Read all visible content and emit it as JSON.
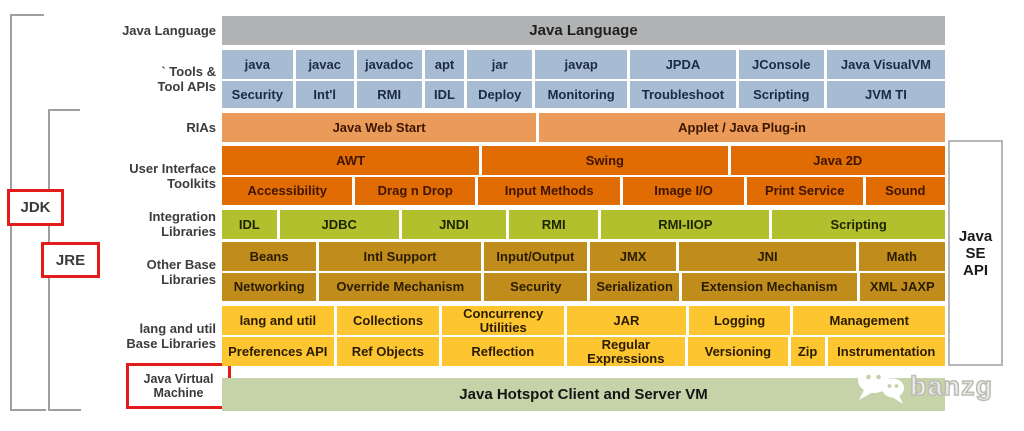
{
  "title": "Java SE Platform architecture diagram",
  "left_labels": {
    "java_language": "Java Language",
    "tools_1": "` Tools &",
    "tools_2": "Tool APIs",
    "rias": "RIAs",
    "ui_1": "User Interface",
    "ui_2": "Toolkits",
    "integration_1": "Integration",
    "integration_2": "Libraries",
    "other_1": "Other Base",
    "other_2": "Libraries",
    "lang_1": "lang and util",
    "lang_2": "Base Libraries",
    "jvm_1": "Java Virtual",
    "jvm_2": "Machine"
  },
  "annotations": {
    "jdk": "JDK",
    "jre": "JRE"
  },
  "right_label": {
    "l1": "Java",
    "l2": "SE",
    "l3": "API"
  },
  "grid": {
    "java_language": "Java Language",
    "tools_row1": [
      "java",
      "javac",
      "javadoc",
      "apt",
      "jar",
      "javap",
      "JPDA",
      "JConsole",
      "Java VisualVM"
    ],
    "tools_row2": [
      "Security",
      "Int'l",
      "RMI",
      "IDL",
      "Deploy",
      "Monitoring",
      "Troubleshoot",
      "Scripting",
      "JVM TI"
    ],
    "rias": [
      "Java Web Start",
      "Applet / Java Plug-in"
    ],
    "ui_row1": [
      "AWT",
      "Swing",
      "Java 2D"
    ],
    "ui_row2": [
      "Accessibility",
      "Drag n Drop",
      "Input Methods",
      "Image I/O",
      "Print Service",
      "Sound"
    ],
    "integration": [
      "IDL",
      "JDBC",
      "JNDI",
      "RMI",
      "RMI-IIOP",
      "Scripting"
    ],
    "other_row1": [
      "Beans",
      "Intl Support",
      "Input/Output",
      "JMX",
      "JNI",
      "Math"
    ],
    "other_row2": [
      "Networking",
      "Override Mechanism",
      "Security",
      "Serialization",
      "Extension Mechanism",
      "XML JAXP"
    ],
    "lang_row1": [
      "lang and util",
      "Collections",
      "Concurrency Utilities",
      "JAR",
      "Logging",
      "Management"
    ],
    "lang_row2": [
      "Preferences API",
      "Ref Objects",
      "Reflection",
      "Regular Expressions",
      "Versioning",
      "Zip",
      "Instrumentation"
    ],
    "jvm": "Java Hotspot Client and Server VM"
  },
  "watermark": {
    "text": "banzg",
    "icon": "wechat-icon"
  },
  "colors": {
    "band_gray": "#b1b2b4",
    "band_blue": "#a7bcd2",
    "band_light_orange": "#ea9b59",
    "band_dark_orange": "#e16c03",
    "band_olive": "#b2c02e",
    "band_gold": "#c08d1d",
    "band_yellow": "#fdc530",
    "band_sage": "#c6d2a8",
    "annotation_red": "#e31b1b",
    "bracket_gray": "#9f9f9f"
  }
}
